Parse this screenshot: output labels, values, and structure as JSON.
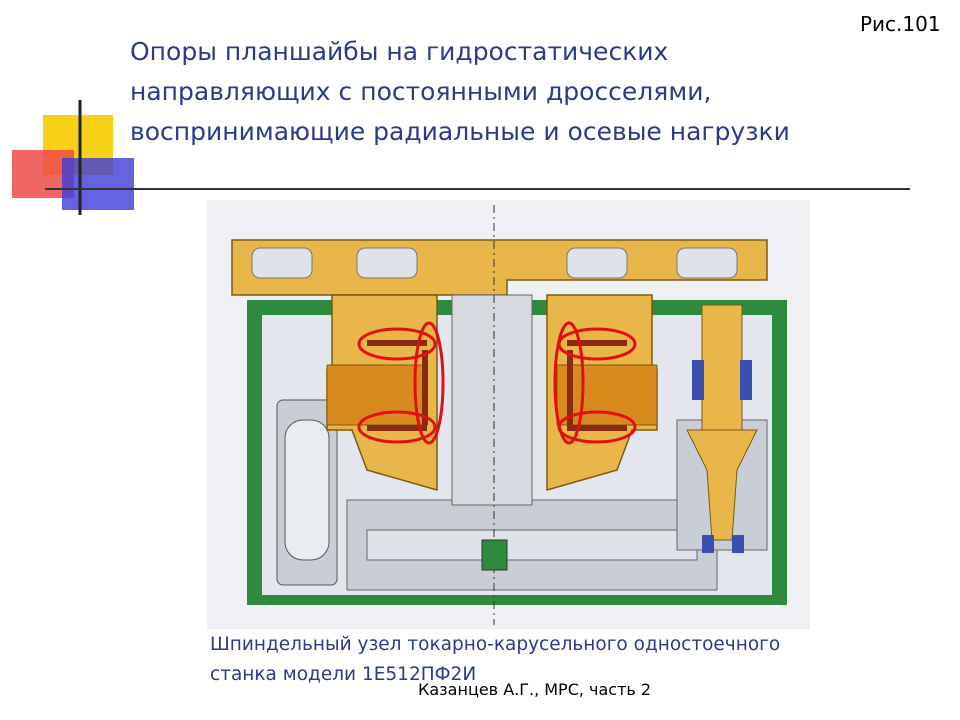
{
  "figure_label": "Рис.101",
  "title": {
    "lines": [
      "Опоры планшайбы на гидростатических",
      "направляющих с постоянными дросселями,",
      "воспринимающие радиальные и осевые нагрузки"
    ]
  },
  "caption": {
    "lines": [
      "Шпиндельный узел токарно-карусельного одностоечного",
      "станка модели 1Е512ПФ2И"
    ]
  },
  "footer": "Казанцев А.Г., МРС, часть 2",
  "colors": {
    "title": "#2b3a8a",
    "housing": "#2e8b3e",
    "faceplate": "#e9b64a",
    "bearing": "#d98a1f",
    "highlight": "#e01010",
    "gray": "#c9ced6"
  }
}
